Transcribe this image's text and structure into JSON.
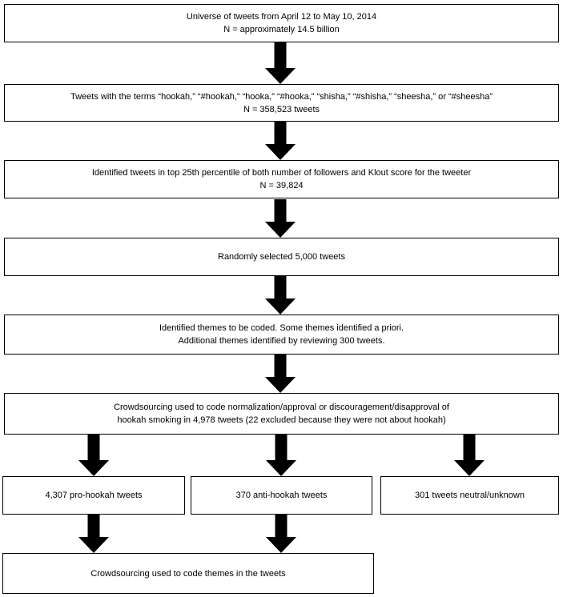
{
  "flowchart": {
    "description": "Tweet selection and coding flow diagram",
    "nodes": {
      "universe": {
        "lines": [
          "Universe of tweets from April 12 to May 10, 2014",
          "N = approximately 14.5 billion"
        ]
      },
      "term_filter": {
        "lines": [
          "Tweets with the terms “hookah,” “#hookah,” “hooka,” “#hooka,” “shisha,” “#shisha,” “sheesha,” or “#sheesha”",
          "N = 358,523 tweets"
        ]
      },
      "percentile_filter": {
        "lines": [
          "Identified tweets in top 25th percentile of both number of followers and Klout score for the tweeter",
          "N = 39,824"
        ]
      },
      "random_sample": {
        "lines": [
          "Randomly selected 5,000 tweets"
        ]
      },
      "theme_identification": {
        "lines": [
          "Identified themes to be coded. Some themes identified a priori.",
          "Additional themes identified by reviewing 300 tweets."
        ]
      },
      "sentiment_coding": {
        "lines": [
          "Crowdsourcing used to code normalization/approval or discouragement/disapproval of",
          "hookah smoking in 4,978 tweets (22 excluded because they were not about hookah)"
        ]
      },
      "pro_hookah": {
        "lines": [
          "4,307 pro-hookah tweets"
        ]
      },
      "anti_hookah": {
        "lines": [
          "370 anti-hookah tweets"
        ]
      },
      "neutral_unknown": {
        "lines": [
          "301 tweets neutral/unknown"
        ]
      },
      "theme_coding": {
        "lines": [
          "Crowdsourcing used to code themes in the tweets"
        ]
      }
    },
    "colors": {
      "box_border": "#000000",
      "box_fill": "#ffffff",
      "arrow_fill": "#000000",
      "text": "#000000",
      "canvas_background": "#ffffff"
    }
  }
}
